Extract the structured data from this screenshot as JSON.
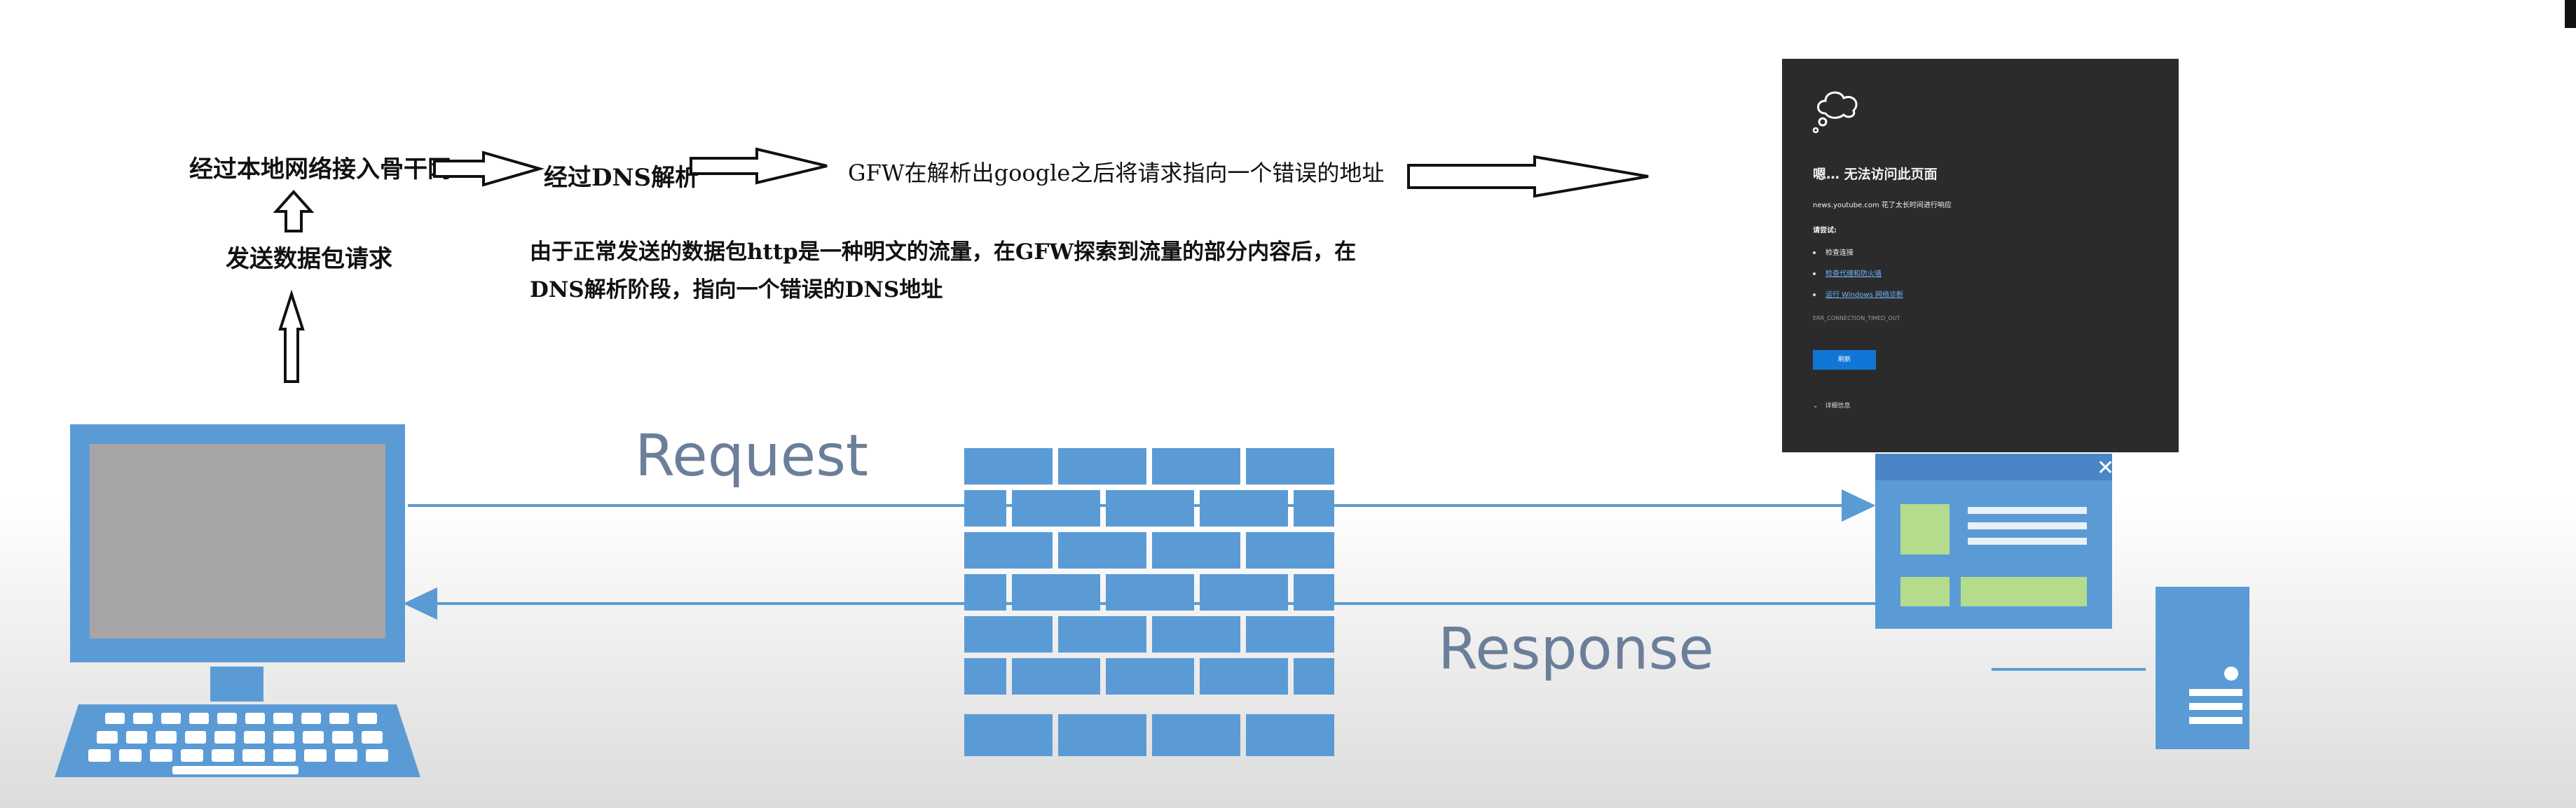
{
  "annotations": {
    "step_local_network": "经过本地网络接入骨干网",
    "step_send_packet": "发送数据包请求",
    "step_dns": "经过DNS解析",
    "step_gfw": "GFW在解析出google之后将请求指向一个错误的地址",
    "explanation_line1": "由于正常发送的数据包http是一种明文的流量，在GFW探索到流量的部分内容后，在",
    "explanation_line2": "DNS解析阶段，指向一个错误的DNS地址"
  },
  "diagram": {
    "request_label": "Request",
    "response_label": "Response"
  },
  "error_page": {
    "title": "嗯… 无法访问此页面",
    "host_message": "news.youtube.com 花了太长时间进行响应",
    "try_heading": "请尝试:",
    "suggestions": [
      "检查连接",
      "检查代理和防火墙",
      "运行 Windows 网络诊断"
    ],
    "error_code": "ERR_CONNECTION_TIMED_OUT",
    "retry_button": "刷新",
    "details_label": "详细信息"
  },
  "colors": {
    "diagram_blue": "#5b9bd5",
    "diagram_dark_blue": "#4a86c5",
    "screen_gray": "#a7a4a7",
    "browser_green": "#b4dc8c",
    "error_bg": "#2b2b2b",
    "error_link": "#6fb3ff",
    "error_button": "#1177d6"
  }
}
